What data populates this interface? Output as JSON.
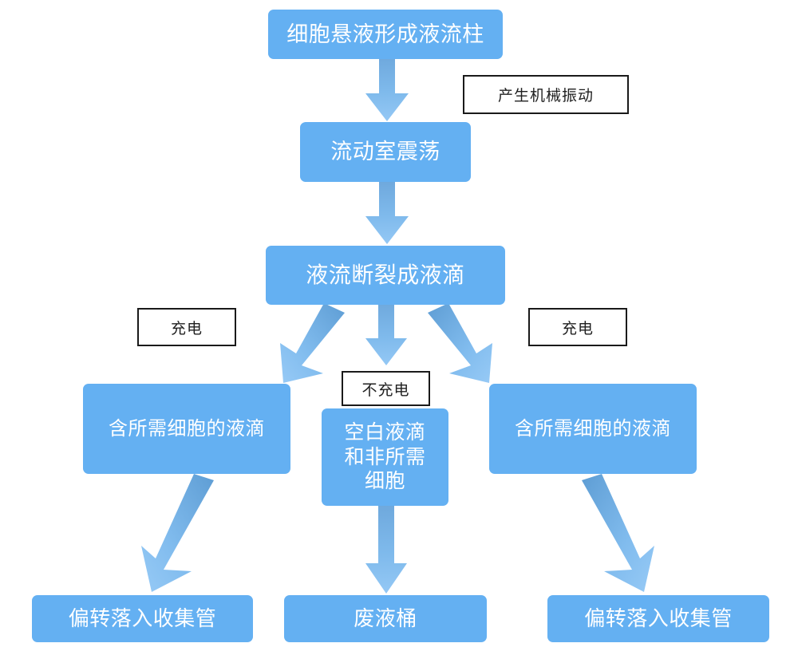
{
  "diagram": {
    "title_text": "",
    "colors": {
      "node_fill": "#64b0f2",
      "node_text": "#ffffff",
      "arrow_light": "#8cc5f4",
      "arrow_dark": "#4a8fd0",
      "note_border": "#1a1a1a",
      "note_text": "#1f1f1f",
      "background": "#ffffff"
    },
    "nodes": [
      {
        "id": "n1",
        "label": "细胞悬液形成液流柱"
      },
      {
        "id": "n2",
        "label": "流动室震荡"
      },
      {
        "id": "n3",
        "label": "液流断裂成液滴"
      },
      {
        "id": "n4",
        "label": "含所需细胞的液滴"
      },
      {
        "id": "n5",
        "label": "空白液滴\n和非所需\n细胞"
      },
      {
        "id": "n5_line1",
        "label": "空白液滴"
      },
      {
        "id": "n5_line2",
        "label": "和非所需"
      },
      {
        "id": "n5_line3",
        "label": "细胞"
      },
      {
        "id": "n6",
        "label": "含所需细胞的液滴"
      },
      {
        "id": "n7",
        "label": "偏转落入收集管"
      },
      {
        "id": "n8",
        "label": "废液桶"
      },
      {
        "id": "n9",
        "label": "偏转落入收集管"
      }
    ],
    "notes": [
      {
        "id": "note1",
        "label": "产生机械振动"
      },
      {
        "id": "note2",
        "label": "充电"
      },
      {
        "id": "note3",
        "label": "不充电"
      },
      {
        "id": "note4",
        "label": "充电"
      }
    ],
    "arrows": [
      {
        "id": "a1",
        "from": "n1",
        "to": "n2",
        "direction": "down"
      },
      {
        "id": "a2",
        "from": "n2",
        "to": "n3",
        "direction": "down"
      },
      {
        "id": "a3",
        "from": "n3",
        "to": "n4",
        "direction": "down-left"
      },
      {
        "id": "a4",
        "from": "n3",
        "to": "n5",
        "direction": "down"
      },
      {
        "id": "a5",
        "from": "n3",
        "to": "n6",
        "direction": "down-right"
      },
      {
        "id": "a6",
        "from": "n4",
        "to": "n7",
        "direction": "down-left"
      },
      {
        "id": "a7",
        "from": "n5",
        "to": "n8",
        "direction": "down"
      },
      {
        "id": "a8",
        "from": "n6",
        "to": "n9",
        "direction": "down-right"
      }
    ]
  }
}
